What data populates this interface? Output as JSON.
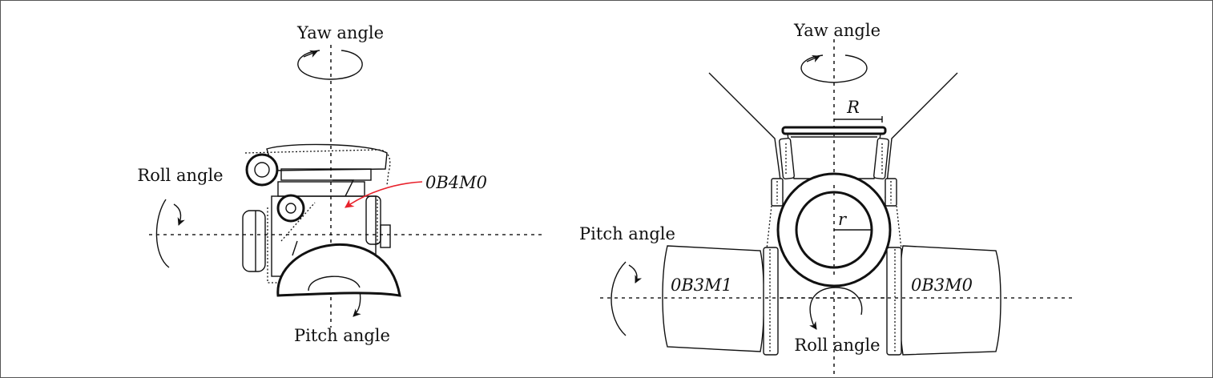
{
  "left_view": {
    "yaw_label": "Yaw angle",
    "roll_label": "Roll angle",
    "pitch_label": "Pitch angle",
    "servo_label": "0B4M0"
  },
  "right_view": {
    "yaw_label": "Yaw angle",
    "pitch_label": "Pitch angle",
    "roll_label": "Roll angle",
    "left_servo_label": "0B3M1",
    "right_servo_label": "0B3M0",
    "outer_radius_label": "R",
    "inner_radius_label": "r"
  },
  "colors": {
    "pointer_arrow": "#e8212b",
    "ink": "#111111"
  }
}
